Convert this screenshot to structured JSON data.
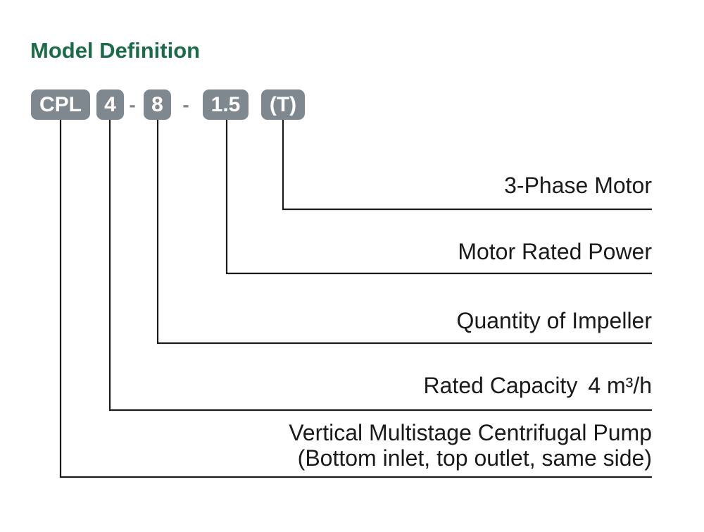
{
  "page": {
    "title": "Model Definition"
  },
  "colors": {
    "title_green": "#1b6b4b",
    "box_gray": "#80888f",
    "box_text": "#ffffff",
    "line_black": "#1a1a1a",
    "label_ink": "#1a1a1a"
  },
  "model_code": {
    "series": "CPL",
    "capacity": "4",
    "separator1": "-",
    "impellers": "8",
    "separator2": "-",
    "power": "1.5",
    "phase": "(T)"
  },
  "labels": {
    "phase": "3-Phase Motor",
    "power": "Motor Rated Power",
    "impellers": "Quantity of Impeller",
    "capacity_label": "Rated Capacity",
    "capacity_value": "4 m³/h",
    "series_line1": "Vertical Multistage Centrifugal Pump",
    "series_line2": "(Bottom inlet, top outlet, same side)"
  }
}
